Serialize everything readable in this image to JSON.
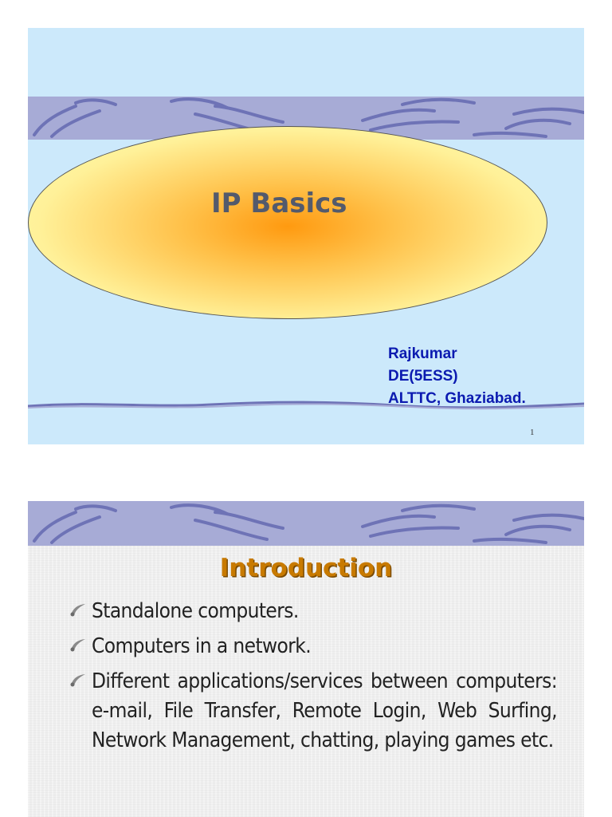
{
  "slide1": {
    "title": "IP Basics",
    "author_lines": [
      "Rajkumar",
      "DE(5ESS)",
      "ALTTC, Ghaziabad."
    ],
    "page_number": "1"
  },
  "slide2": {
    "title": "Introduction",
    "bullets": [
      "Standalone computers.",
      "Computers in a network.",
      "Different applications/services between computers: e-mail, File Transfer, Remote Login, Web Surfing, Network Management, chatting, playing games etc."
    ]
  },
  "colors": {
    "slide1_background": "#cce9fb",
    "band": "#a7abd6",
    "band_swirl": "#6e73b6",
    "title_text": "#535a6c",
    "author_text": "#0b1ab0",
    "intro_title": "#c87a00"
  }
}
